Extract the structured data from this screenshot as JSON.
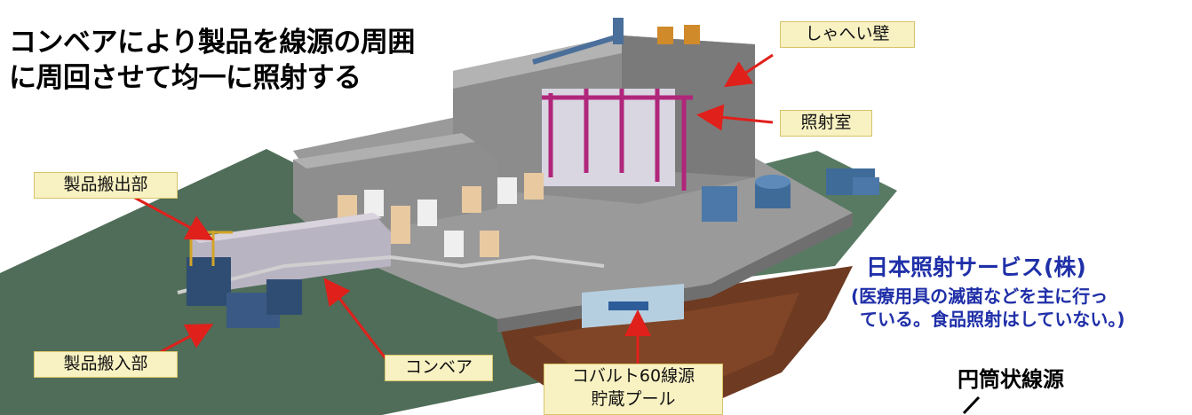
{
  "title_line1": "コンベアにより製品を線源の周囲",
  "title_line2": "に周回させて均一に照射する",
  "labels": {
    "wall": "しゃへい壁",
    "room": "照射室",
    "exit": "製品搬出部",
    "entry": "製品搬入部",
    "conveyor": "コンベア",
    "pool_line1": "コバルト60線源",
    "pool_line2": "貯蔵プール"
  },
  "company": {
    "name": "日本照射サービス(株)",
    "note_line1": "(医療用具の滅菌などを主に行っ",
    "note_line2": "ている。食品照射はしていない。)"
  },
  "source_label": "円筒状線源",
  "colors": {
    "callout_bg": "#f8f1c2",
    "arrow": "#e0201b",
    "company_text": "#1f2fa8",
    "ground": "#4d6b55",
    "concrete": "#8f8f8f",
    "earth": "#6b3a20"
  }
}
